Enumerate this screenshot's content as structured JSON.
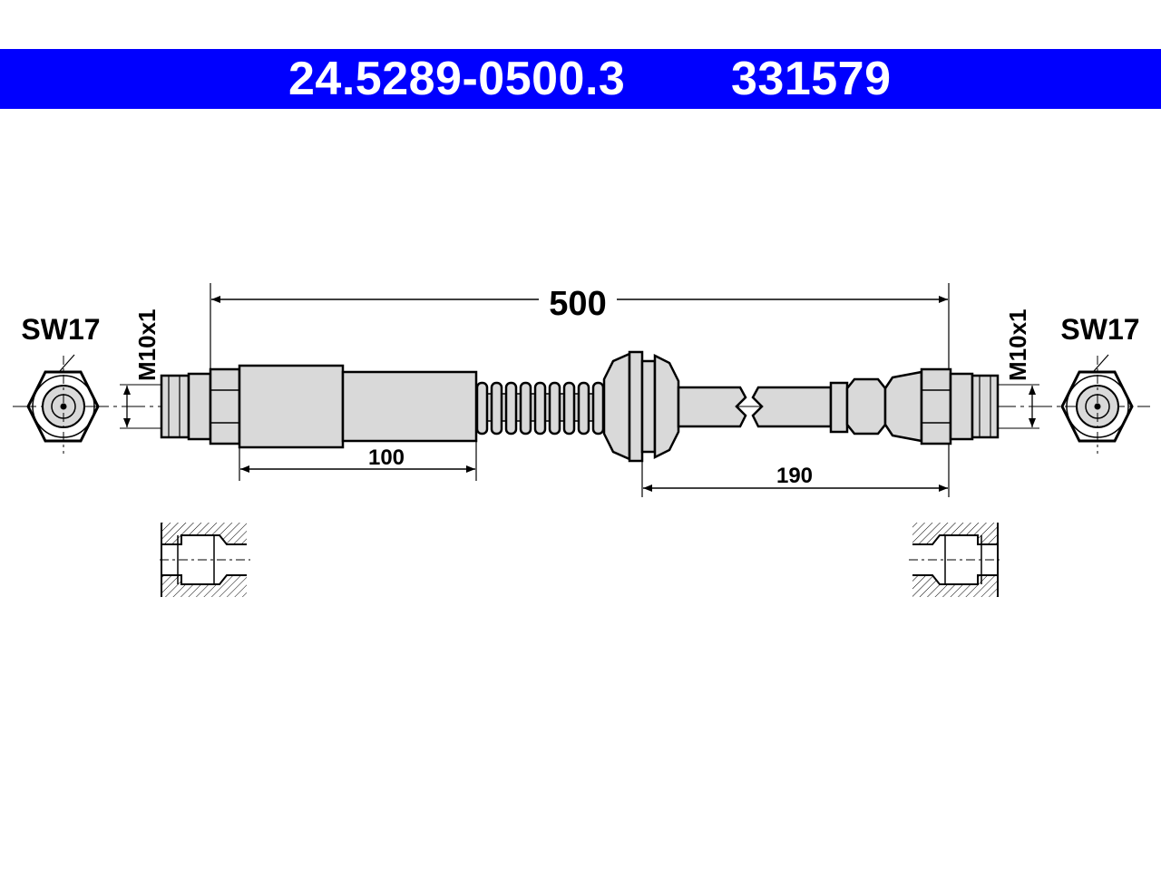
{
  "header": {
    "part_number": "24.5289-0500.3",
    "ref_number": "331579",
    "bar_color": "#0000ff"
  },
  "drawing": {
    "overall_length": "500",
    "left_segment_length": "100",
    "right_segment_length": "190",
    "left_wrench_size": "SW17",
    "right_wrench_size": "SW17",
    "left_thread": "M10x1",
    "right_thread": "M10x1",
    "hose_fill_color": "#d9d9d9"
  }
}
